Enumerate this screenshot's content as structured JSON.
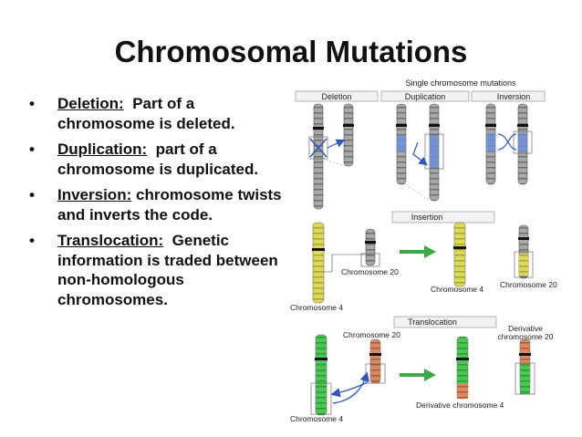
{
  "title": "Chromosomal Mutations",
  "bullets": [
    {
      "term": "Deletion:",
      "text": "Part of a chromosome is deleted."
    },
    {
      "term": "Duplication:",
      "text": "part of a chromosome is duplicated."
    },
    {
      "term": "Inversion:",
      "text": "chromosome twists and inverts the code."
    },
    {
      "term": "Translocation:",
      "text": "Genetic information is traded between non-homologous chromosomes."
    }
  ],
  "diagram": {
    "header": "Single chromosome mutations",
    "deletion": "Deletion",
    "duplication": "Duplication",
    "inversion": "Inversion",
    "insertion": "Insertion",
    "translocation": "Translocation",
    "chromosome20": "Chromosome 20",
    "chromosome4": "Chromosome 4",
    "derivative": "Derivative",
    "derivative_chromosome20": "chromosome 20",
    "derivative_chromosome4": "Derivative chromosome 4"
  },
  "colors": {
    "grey_chromosome": "#9a9a9a",
    "yellow_chromosome": "#d8d34a",
    "green_chromosome": "#44c24a",
    "orange_chromosome": "#d7875e",
    "blue_band": "#6f8fd6",
    "arrow_green": "#3aa845",
    "arrow_blue": "#3355bb"
  }
}
